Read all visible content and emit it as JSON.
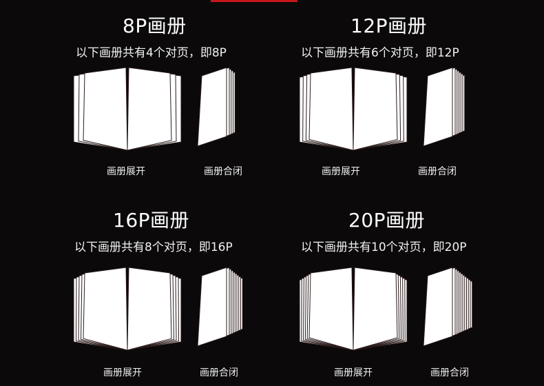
{
  "header": {
    "accent_color": "#c4161c"
  },
  "blocks": [
    {
      "title": "8P画册",
      "subtitle": "以下画册共有4个对页，即8P",
      "open_caption": "画册展开",
      "closed_caption": "画册合闭",
      "spreads": 4
    },
    {
      "title": "12P画册",
      "subtitle": "以下画册共有6个对页，即12P",
      "open_caption": "画册展开",
      "closed_caption": "画册合闭",
      "spreads": 6
    },
    {
      "title": "16P画册",
      "subtitle": "以下画册共有8个对页，即16P",
      "open_caption": "画册展开",
      "closed_caption": "画册合闭",
      "spreads": 8
    },
    {
      "title": "20P画册",
      "subtitle": "以下画册共有10个对页，即20P",
      "open_caption": "画册展开",
      "closed_caption": "画册合闭",
      "spreads": 10
    }
  ],
  "colors": {
    "background": "#0b0909",
    "page_fill": "#ffffff",
    "page_edge": "#2a1a1a"
  },
  "icons": {
    "open_book": "open-book-icon",
    "closed_book": "closed-book-icon"
  }
}
